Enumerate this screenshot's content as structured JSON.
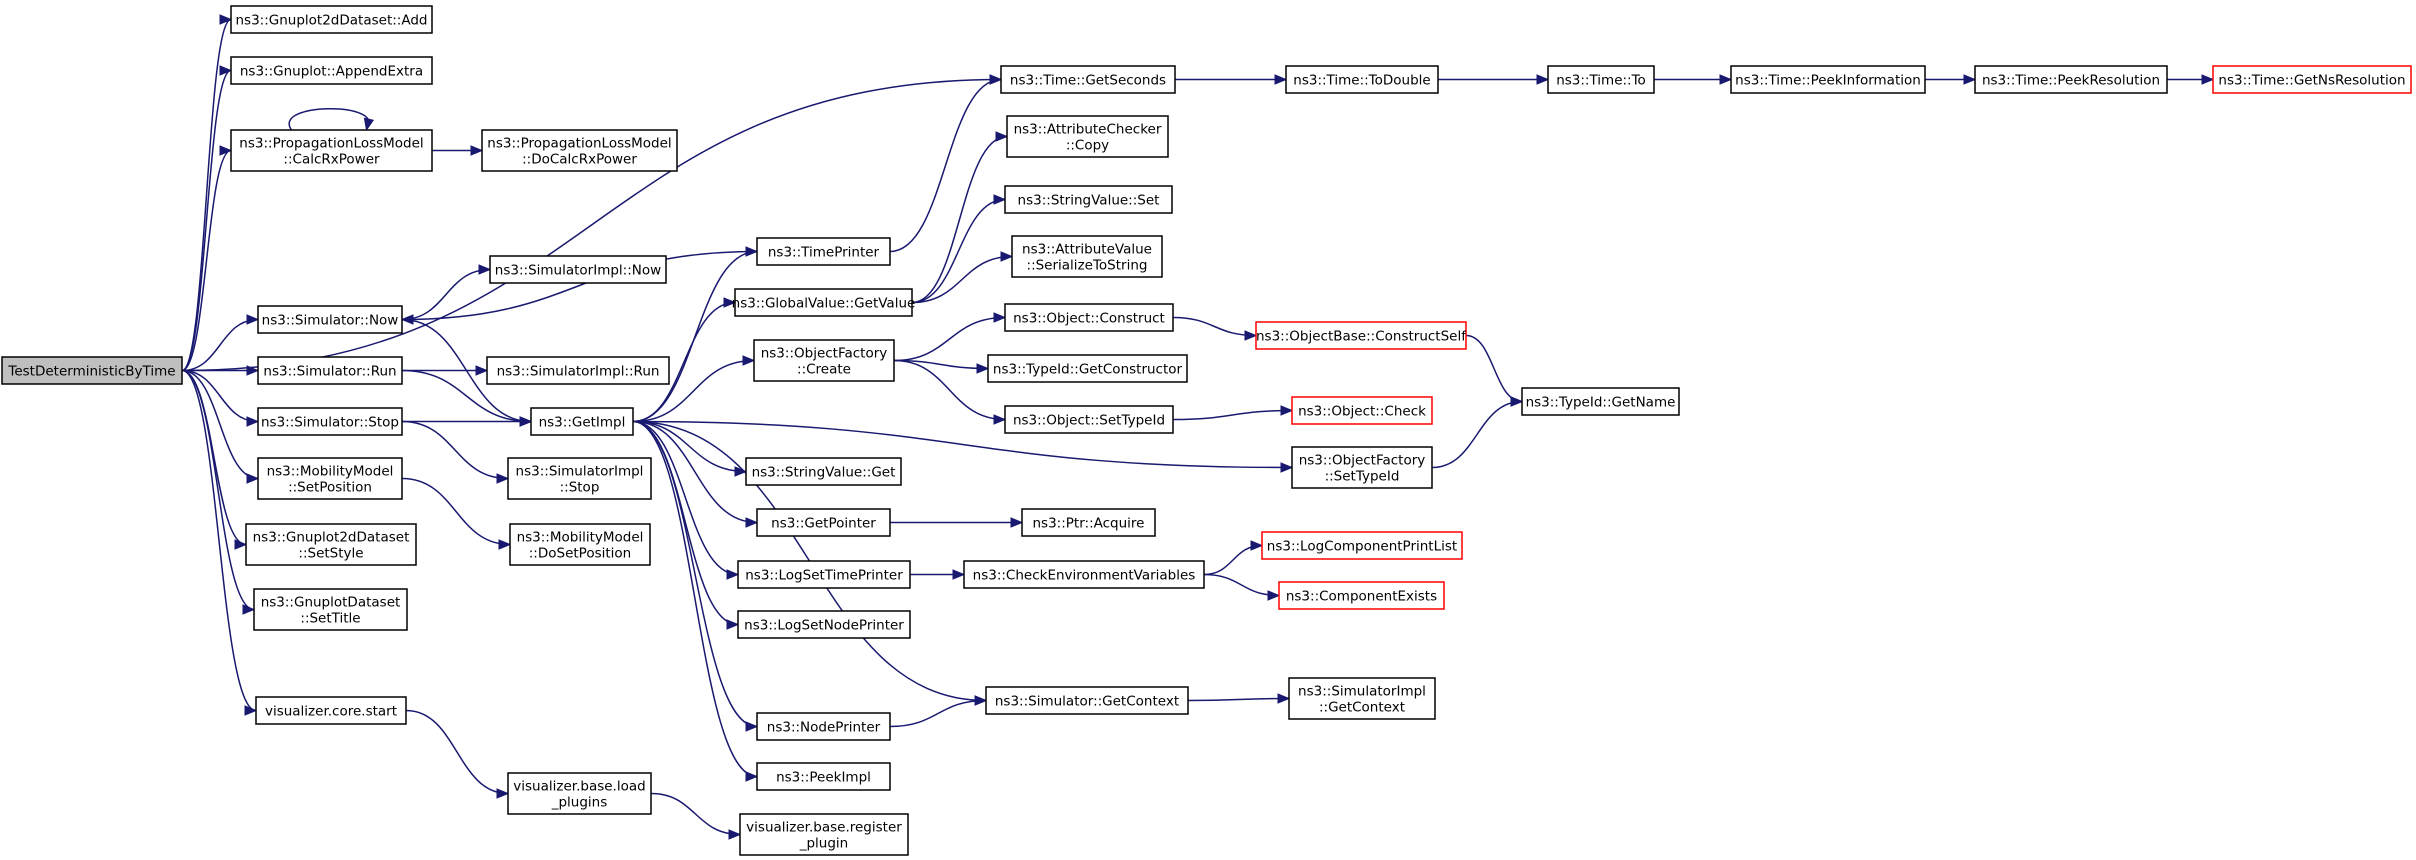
{
  "colors": {
    "edge": "#191970",
    "node_border": "#000000",
    "node_border_truncated": "#ff0000",
    "root_fill": "#bfbfbf",
    "node_fill": "#ffffff"
  },
  "nodes": [
    {
      "id": "root",
      "lines": [
        "TestDeterministicByTime"
      ],
      "root": true
    },
    {
      "id": "gp2d_add",
      "lines": [
        "ns3::Gnuplot2dDataset::Add"
      ]
    },
    {
      "id": "gp_append",
      "lines": [
        "ns3::Gnuplot::AppendExtra"
      ]
    },
    {
      "id": "plm_calc",
      "lines": [
        "ns3::PropagationLossModel",
        "::CalcRxPower"
      ]
    },
    {
      "id": "plm_docalc",
      "lines": [
        "ns3::PropagationLossModel",
        "::DoCalcRxPower"
      ]
    },
    {
      "id": "sim_now",
      "lines": [
        "ns3::Simulator::Now"
      ]
    },
    {
      "id": "simimpl_now",
      "lines": [
        "ns3::SimulatorImpl::Now"
      ]
    },
    {
      "id": "sim_run",
      "lines": [
        "ns3::Simulator::Run"
      ]
    },
    {
      "id": "simimpl_run",
      "lines": [
        "ns3::SimulatorImpl::Run"
      ]
    },
    {
      "id": "sim_stop",
      "lines": [
        "ns3::Simulator::Stop"
      ]
    },
    {
      "id": "simimpl_stop",
      "lines": [
        "ns3::SimulatorImpl",
        "::Stop"
      ]
    },
    {
      "id": "mob_setpos",
      "lines": [
        "ns3::MobilityModel",
        "::SetPosition"
      ]
    },
    {
      "id": "mob_dosetpos",
      "lines": [
        "ns3::MobilityModel",
        "::DoSetPosition"
      ]
    },
    {
      "id": "gp2d_setstyle",
      "lines": [
        "ns3::Gnuplot2dDataset",
        "::SetStyle"
      ]
    },
    {
      "id": "gpds_settitle",
      "lines": [
        "ns3::GnuplotDataset",
        "::SetTitle"
      ]
    },
    {
      "id": "vis_start",
      "lines": [
        "visualizer.core.start"
      ]
    },
    {
      "id": "vis_load",
      "lines": [
        "visualizer.base.load",
        "_plugins"
      ]
    },
    {
      "id": "vis_register",
      "lines": [
        "visualizer.base.register",
        "_plugin"
      ]
    },
    {
      "id": "getimpl",
      "lines": [
        "ns3::GetImpl"
      ]
    },
    {
      "id": "timeprinter",
      "lines": [
        "ns3::TimePrinter"
      ]
    },
    {
      "id": "gv_getvalue",
      "lines": [
        "ns3::GlobalValue::GetValue"
      ]
    },
    {
      "id": "of_create",
      "lines": [
        "ns3::ObjectFactory",
        "::Create"
      ]
    },
    {
      "id": "sv_get",
      "lines": [
        "ns3::StringValue::Get"
      ]
    },
    {
      "id": "getpointer",
      "lines": [
        "ns3::GetPointer"
      ]
    },
    {
      "id": "logsettime",
      "lines": [
        "ns3::LogSetTimePrinter"
      ]
    },
    {
      "id": "logsetnode",
      "lines": [
        "ns3::LogSetNodePrinter"
      ]
    },
    {
      "id": "nodeprinter",
      "lines": [
        "ns3::NodePrinter"
      ]
    },
    {
      "id": "peekimpl",
      "lines": [
        "ns3::PeekImpl"
      ]
    },
    {
      "id": "time_getsec",
      "lines": [
        "ns3::Time::GetSeconds"
      ]
    },
    {
      "id": "ac_copy",
      "lines": [
        "ns3::AttributeChecker",
        "::Copy"
      ]
    },
    {
      "id": "sv_set",
      "lines": [
        "ns3::StringValue::Set"
      ]
    },
    {
      "id": "av_ser",
      "lines": [
        "ns3::AttributeValue",
        "::SerializeToString"
      ]
    },
    {
      "id": "obj_construct",
      "lines": [
        "ns3::Object::Construct"
      ]
    },
    {
      "id": "typeid_getctor",
      "lines": [
        "ns3::TypeId::GetConstructor"
      ]
    },
    {
      "id": "obj_settypeid",
      "lines": [
        "ns3::Object::SetTypeId"
      ]
    },
    {
      "id": "of_settypeid",
      "lines": [
        "ns3::ObjectFactory",
        "::SetTypeId"
      ]
    },
    {
      "id": "ptr_acquire",
      "lines": [
        "ns3::Ptr::Acquire"
      ]
    },
    {
      "id": "checkenv",
      "lines": [
        "ns3::CheckEnvironmentVariables"
      ]
    },
    {
      "id": "sim_getctx",
      "lines": [
        "ns3::Simulator::GetContext"
      ]
    },
    {
      "id": "time_todouble",
      "lines": [
        "ns3::Time::ToDouble"
      ]
    },
    {
      "id": "objbase_cs",
      "lines": [
        "ns3::ObjectBase::ConstructSelf"
      ],
      "truncated": true
    },
    {
      "id": "obj_check",
      "lines": [
        "ns3::Object::Check"
      ],
      "truncated": true
    },
    {
      "id": "logcomp_print",
      "lines": [
        "ns3::LogComponentPrintList"
      ],
      "truncated": true
    },
    {
      "id": "comp_exists",
      "lines": [
        "ns3::ComponentExists"
      ],
      "truncated": true
    },
    {
      "id": "simimpl_getctx",
      "lines": [
        "ns3::SimulatorImpl",
        "::GetContext"
      ]
    },
    {
      "id": "time_to",
      "lines": [
        "ns3::Time::To"
      ]
    },
    {
      "id": "typeid_getname",
      "lines": [
        "ns3::TypeId::GetName"
      ]
    },
    {
      "id": "time_peekinfo",
      "lines": [
        "ns3::Time::PeekInformation"
      ]
    },
    {
      "id": "time_peekres",
      "lines": [
        "ns3::Time::PeekResolution"
      ]
    },
    {
      "id": "time_getnsres",
      "lines": [
        "ns3::Time::GetNsResolution"
      ],
      "truncated": true
    }
  ],
  "edges": [
    [
      "root",
      "gp2d_add"
    ],
    [
      "root",
      "gp_append"
    ],
    [
      "root",
      "plm_calc"
    ],
    [
      "root",
      "time_getsec"
    ],
    [
      "root",
      "sim_now"
    ],
    [
      "root",
      "sim_run"
    ],
    [
      "root",
      "sim_stop"
    ],
    [
      "root",
      "mob_setpos"
    ],
    [
      "root",
      "gp2d_setstyle"
    ],
    [
      "root",
      "gpds_settitle"
    ],
    [
      "root",
      "vis_start"
    ],
    [
      "plm_calc",
      "plm_calc"
    ],
    [
      "plm_calc",
      "plm_docalc"
    ],
    [
      "sim_now",
      "simimpl_now"
    ],
    [
      "sim_now",
      "getimpl"
    ],
    [
      "sim_run",
      "simimpl_run"
    ],
    [
      "sim_run",
      "getimpl"
    ],
    [
      "sim_stop",
      "getimpl"
    ],
    [
      "sim_stop",
      "simimpl_stop"
    ],
    [
      "mob_setpos",
      "mob_dosetpos"
    ],
    [
      "vis_start",
      "vis_load"
    ],
    [
      "vis_load",
      "vis_register"
    ],
    [
      "getimpl",
      "timeprinter"
    ],
    [
      "getimpl",
      "gv_getvalue"
    ],
    [
      "getimpl",
      "of_create"
    ],
    [
      "getimpl",
      "sv_get"
    ],
    [
      "getimpl",
      "getpointer"
    ],
    [
      "getimpl",
      "logsettime"
    ],
    [
      "getimpl",
      "logsetnode"
    ],
    [
      "getimpl",
      "nodeprinter"
    ],
    [
      "getimpl",
      "peekimpl"
    ],
    [
      "getimpl",
      "of_settypeid"
    ],
    [
      "getimpl",
      "sim_getctx"
    ],
    [
      "timeprinter",
      "sim_now"
    ],
    [
      "timeprinter",
      "time_getsec"
    ],
    [
      "gv_getvalue",
      "ac_copy"
    ],
    [
      "gv_getvalue",
      "sv_set"
    ],
    [
      "gv_getvalue",
      "av_ser"
    ],
    [
      "of_create",
      "obj_construct"
    ],
    [
      "of_create",
      "typeid_getctor"
    ],
    [
      "of_create",
      "obj_settypeid"
    ],
    [
      "getpointer",
      "ptr_acquire"
    ],
    [
      "logsettime",
      "checkenv"
    ],
    [
      "nodeprinter",
      "sim_getctx"
    ],
    [
      "time_getsec",
      "time_todouble"
    ],
    [
      "obj_construct",
      "objbase_cs"
    ],
    [
      "obj_settypeid",
      "obj_check"
    ],
    [
      "of_settypeid",
      "typeid_getname"
    ],
    [
      "checkenv",
      "logcomp_print"
    ],
    [
      "checkenv",
      "comp_exists"
    ],
    [
      "sim_getctx",
      "simimpl_getctx"
    ],
    [
      "time_todouble",
      "time_to"
    ],
    [
      "objbase_cs",
      "typeid_getname"
    ],
    [
      "time_to",
      "time_peekinfo"
    ],
    [
      "time_peekinfo",
      "time_peekres"
    ],
    [
      "time_peekres",
      "time_getnsres"
    ]
  ]
}
